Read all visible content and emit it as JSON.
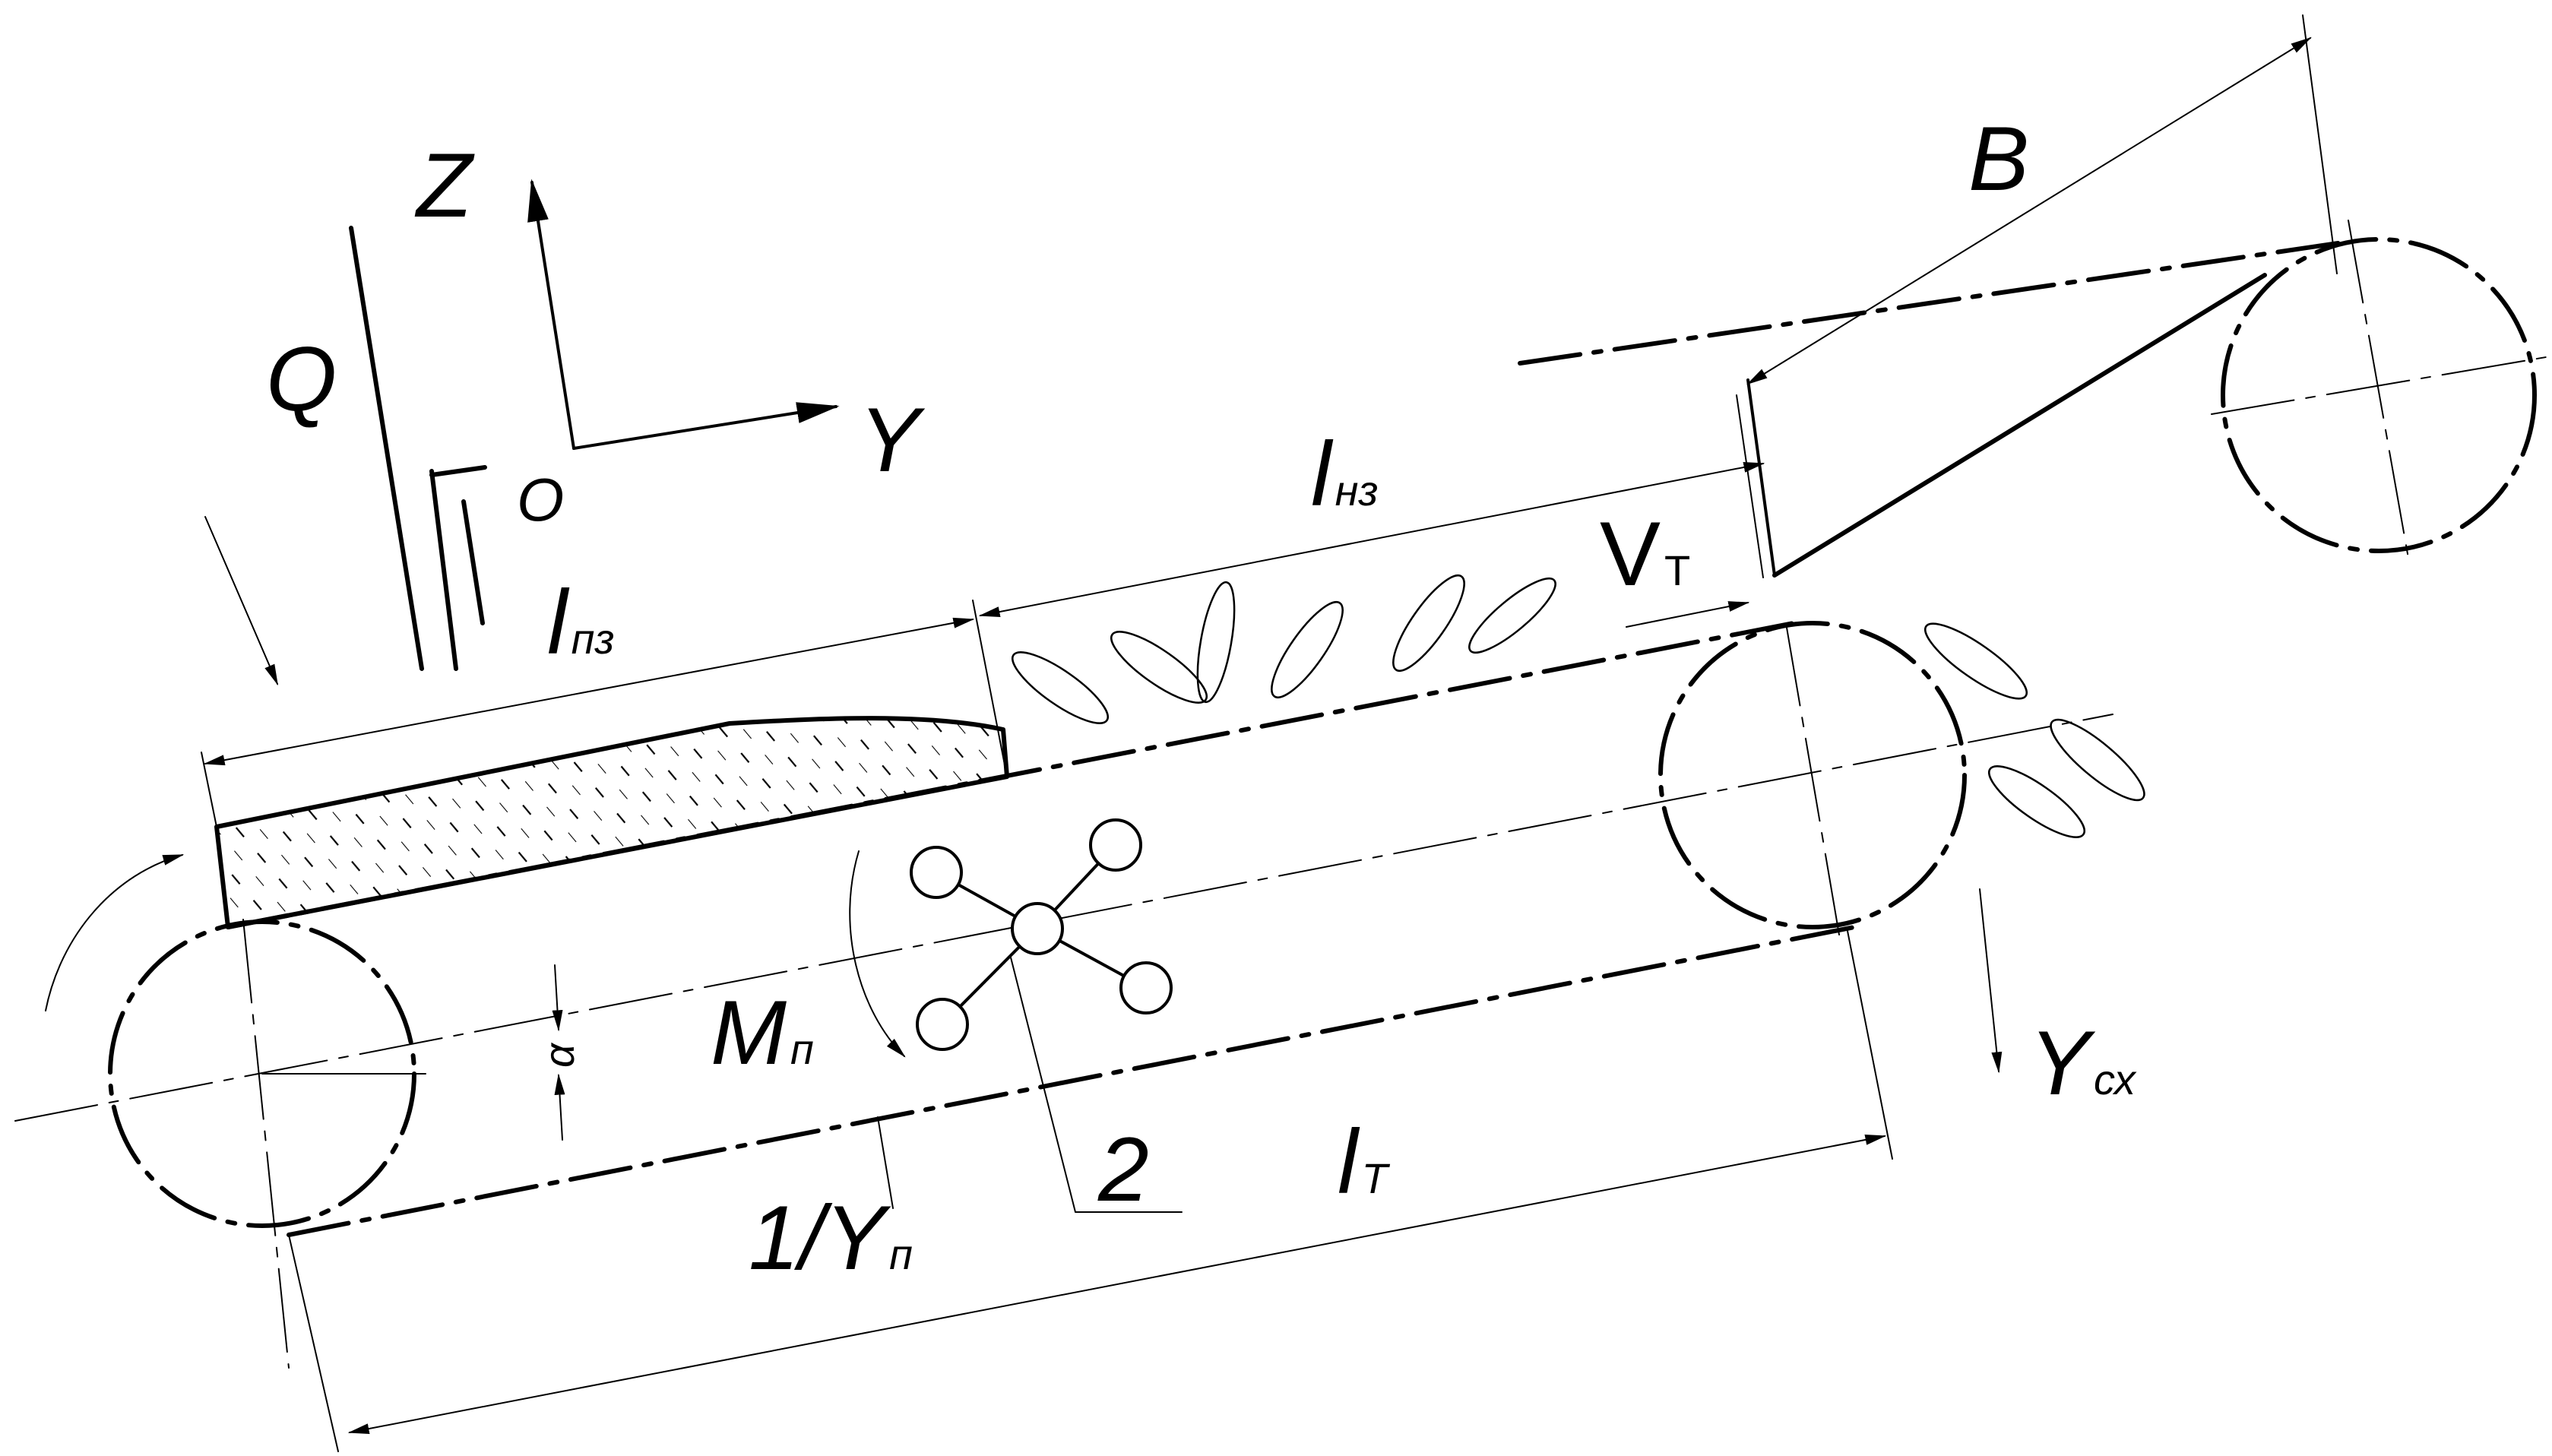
{
  "diagram": {
    "labels": {
      "z_axis": "Z",
      "y_axis": "Y",
      "origin": "O",
      "feed": "Q",
      "l_pz_main": "l",
      "l_pz_sub": "пз",
      "l_nz_main": "l",
      "l_nz_sub": "нз",
      "v_t_main": "V",
      "v_t_sub": "Т",
      "b": "B",
      "y_sx_main": "Y",
      "y_sx_sub": "сх",
      "m_p_main": "M",
      "m_p_sub": "п",
      "alpha": "α",
      "part_number": "2",
      "l_t_main": "l",
      "l_t_sub": "Т",
      "one_over_y_main": "1/Y",
      "one_over_y_sub": "п"
    }
  }
}
